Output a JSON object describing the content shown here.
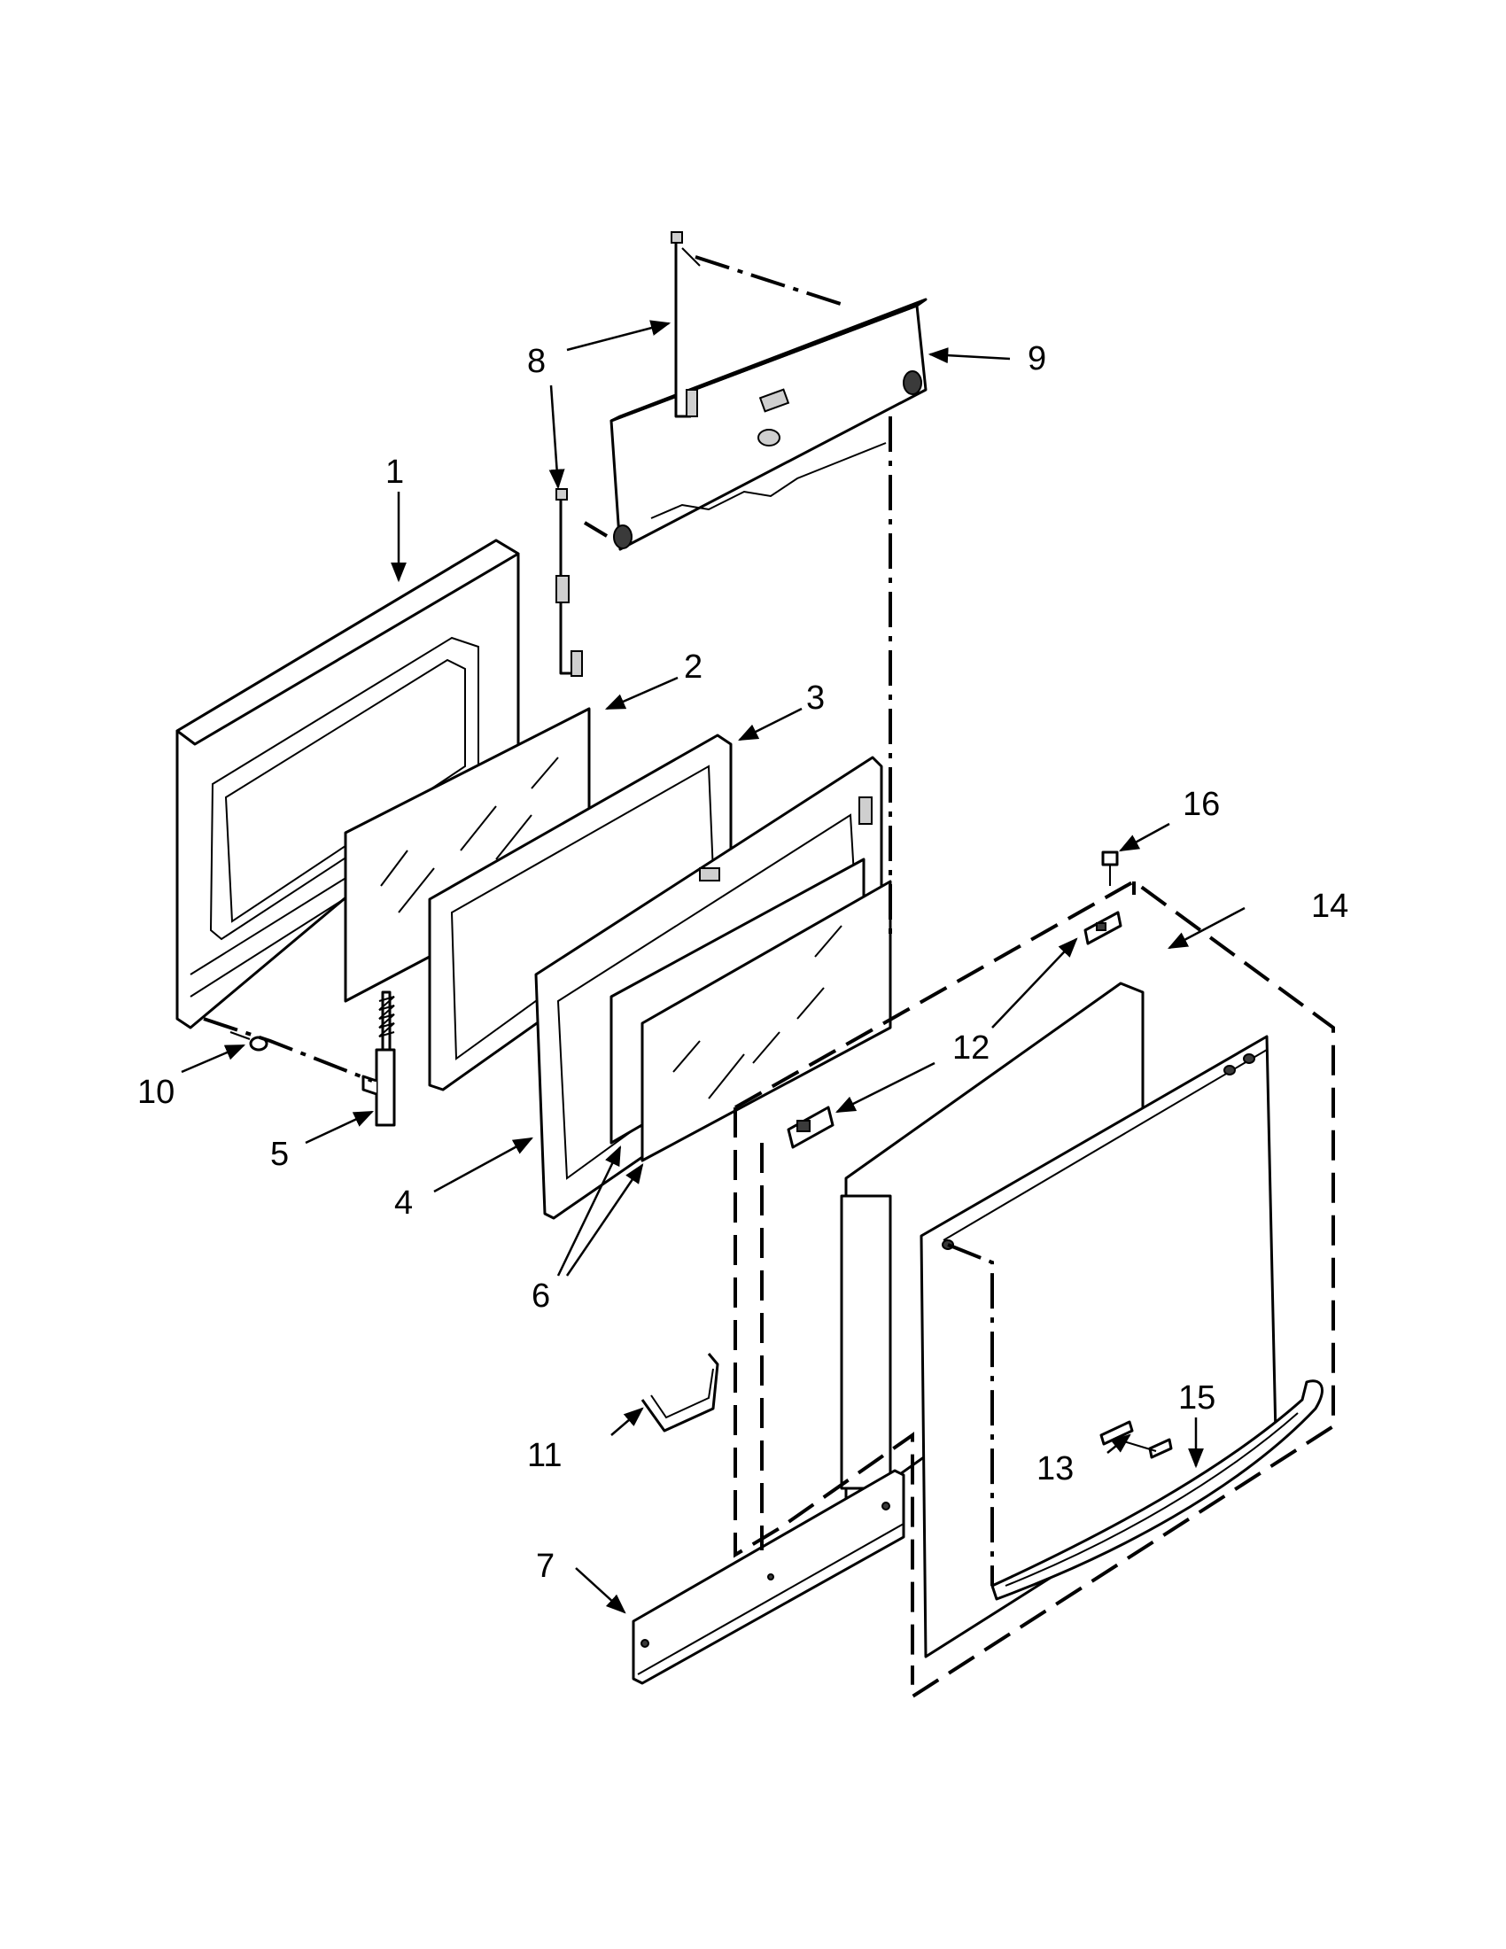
{
  "callouts": [
    {
      "id": "c1",
      "label": "1"
    },
    {
      "id": "c2",
      "label": "2"
    },
    {
      "id": "c3",
      "label": "3"
    },
    {
      "id": "c4",
      "label": "4"
    },
    {
      "id": "c5",
      "label": "5"
    },
    {
      "id": "c6",
      "label": "6"
    },
    {
      "id": "c7",
      "label": "7"
    },
    {
      "id": "c8a",
      "label": "8"
    },
    {
      "id": "c9",
      "label": "9"
    },
    {
      "id": "c10",
      "label": "10"
    },
    {
      "id": "c11",
      "label": "11"
    },
    {
      "id": "c12a",
      "label": "12"
    },
    {
      "id": "c12b",
      "label": "12"
    },
    {
      "id": "c13",
      "label": "13"
    },
    {
      "id": "c14",
      "label": "14"
    },
    {
      "id": "c15",
      "label": "15"
    },
    {
      "id": "c16",
      "label": "16"
    }
  ]
}
